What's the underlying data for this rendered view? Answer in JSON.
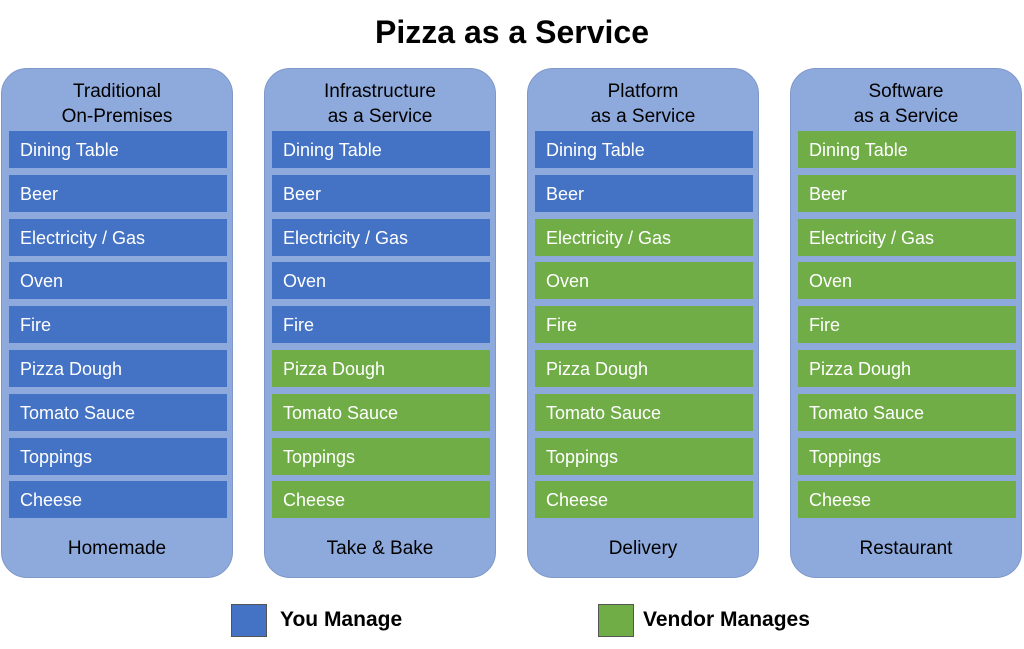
{
  "title": "Pizza as a Service",
  "colors": {
    "you": "#4472c4",
    "vendor": "#70ad47"
  },
  "columns": [
    {
      "header": [
        "Traditional",
        "On-Premises"
      ],
      "footer": "Homemade",
      "items": [
        {
          "label": "Dining Table",
          "owner": "you"
        },
        {
          "label": "Beer",
          "owner": "you"
        },
        {
          "label": "Electricity / Gas",
          "owner": "you"
        },
        {
          "label": "Oven",
          "owner": "you"
        },
        {
          "label": "Fire",
          "owner": "you"
        },
        {
          "label": "Pizza Dough",
          "owner": "you"
        },
        {
          "label": "Tomato Sauce",
          "owner": "you"
        },
        {
          "label": "Toppings",
          "owner": "you"
        },
        {
          "label": "Cheese",
          "owner": "you"
        }
      ]
    },
    {
      "header": [
        "Infrastructure",
        "as a Service"
      ],
      "footer": "Take & Bake",
      "items": [
        {
          "label": "Dining Table",
          "owner": "you"
        },
        {
          "label": "Beer",
          "owner": "you"
        },
        {
          "label": "Electricity / Gas",
          "owner": "you"
        },
        {
          "label": "Oven",
          "owner": "you"
        },
        {
          "label": "Fire",
          "owner": "you"
        },
        {
          "label": "Pizza Dough",
          "owner": "vendor"
        },
        {
          "label": "Tomato Sauce",
          "owner": "vendor"
        },
        {
          "label": "Toppings",
          "owner": "vendor"
        },
        {
          "label": "Cheese",
          "owner": "vendor"
        }
      ]
    },
    {
      "header": [
        "Platform",
        "as a Service"
      ],
      "footer": "Delivery",
      "items": [
        {
          "label": "Dining Table",
          "owner": "you"
        },
        {
          "label": "Beer",
          "owner": "you"
        },
        {
          "label": "Electricity / Gas",
          "owner": "vendor"
        },
        {
          "label": "Oven",
          "owner": "vendor"
        },
        {
          "label": "Fire",
          "owner": "vendor"
        },
        {
          "label": "Pizza Dough",
          "owner": "vendor"
        },
        {
          "label": "Tomato Sauce",
          "owner": "vendor"
        },
        {
          "label": "Toppings",
          "owner": "vendor"
        },
        {
          "label": "Cheese",
          "owner": "vendor"
        }
      ]
    },
    {
      "header": [
        "Software",
        "as a Service"
      ],
      "footer": "Restaurant",
      "items": [
        {
          "label": "Dining Table",
          "owner": "vendor"
        },
        {
          "label": "Beer",
          "owner": "vendor"
        },
        {
          "label": "Electricity / Gas",
          "owner": "vendor"
        },
        {
          "label": "Oven",
          "owner": "vendor"
        },
        {
          "label": "Fire",
          "owner": "vendor"
        },
        {
          "label": "Pizza Dough",
          "owner": "vendor"
        },
        {
          "label": "Tomato Sauce",
          "owner": "vendor"
        },
        {
          "label": "Toppings",
          "owner": "vendor"
        },
        {
          "label": "Cheese",
          "owner": "vendor"
        }
      ]
    }
  ],
  "legend": {
    "you_label": "You Manage",
    "vendor_label": "Vendor Manages"
  }
}
